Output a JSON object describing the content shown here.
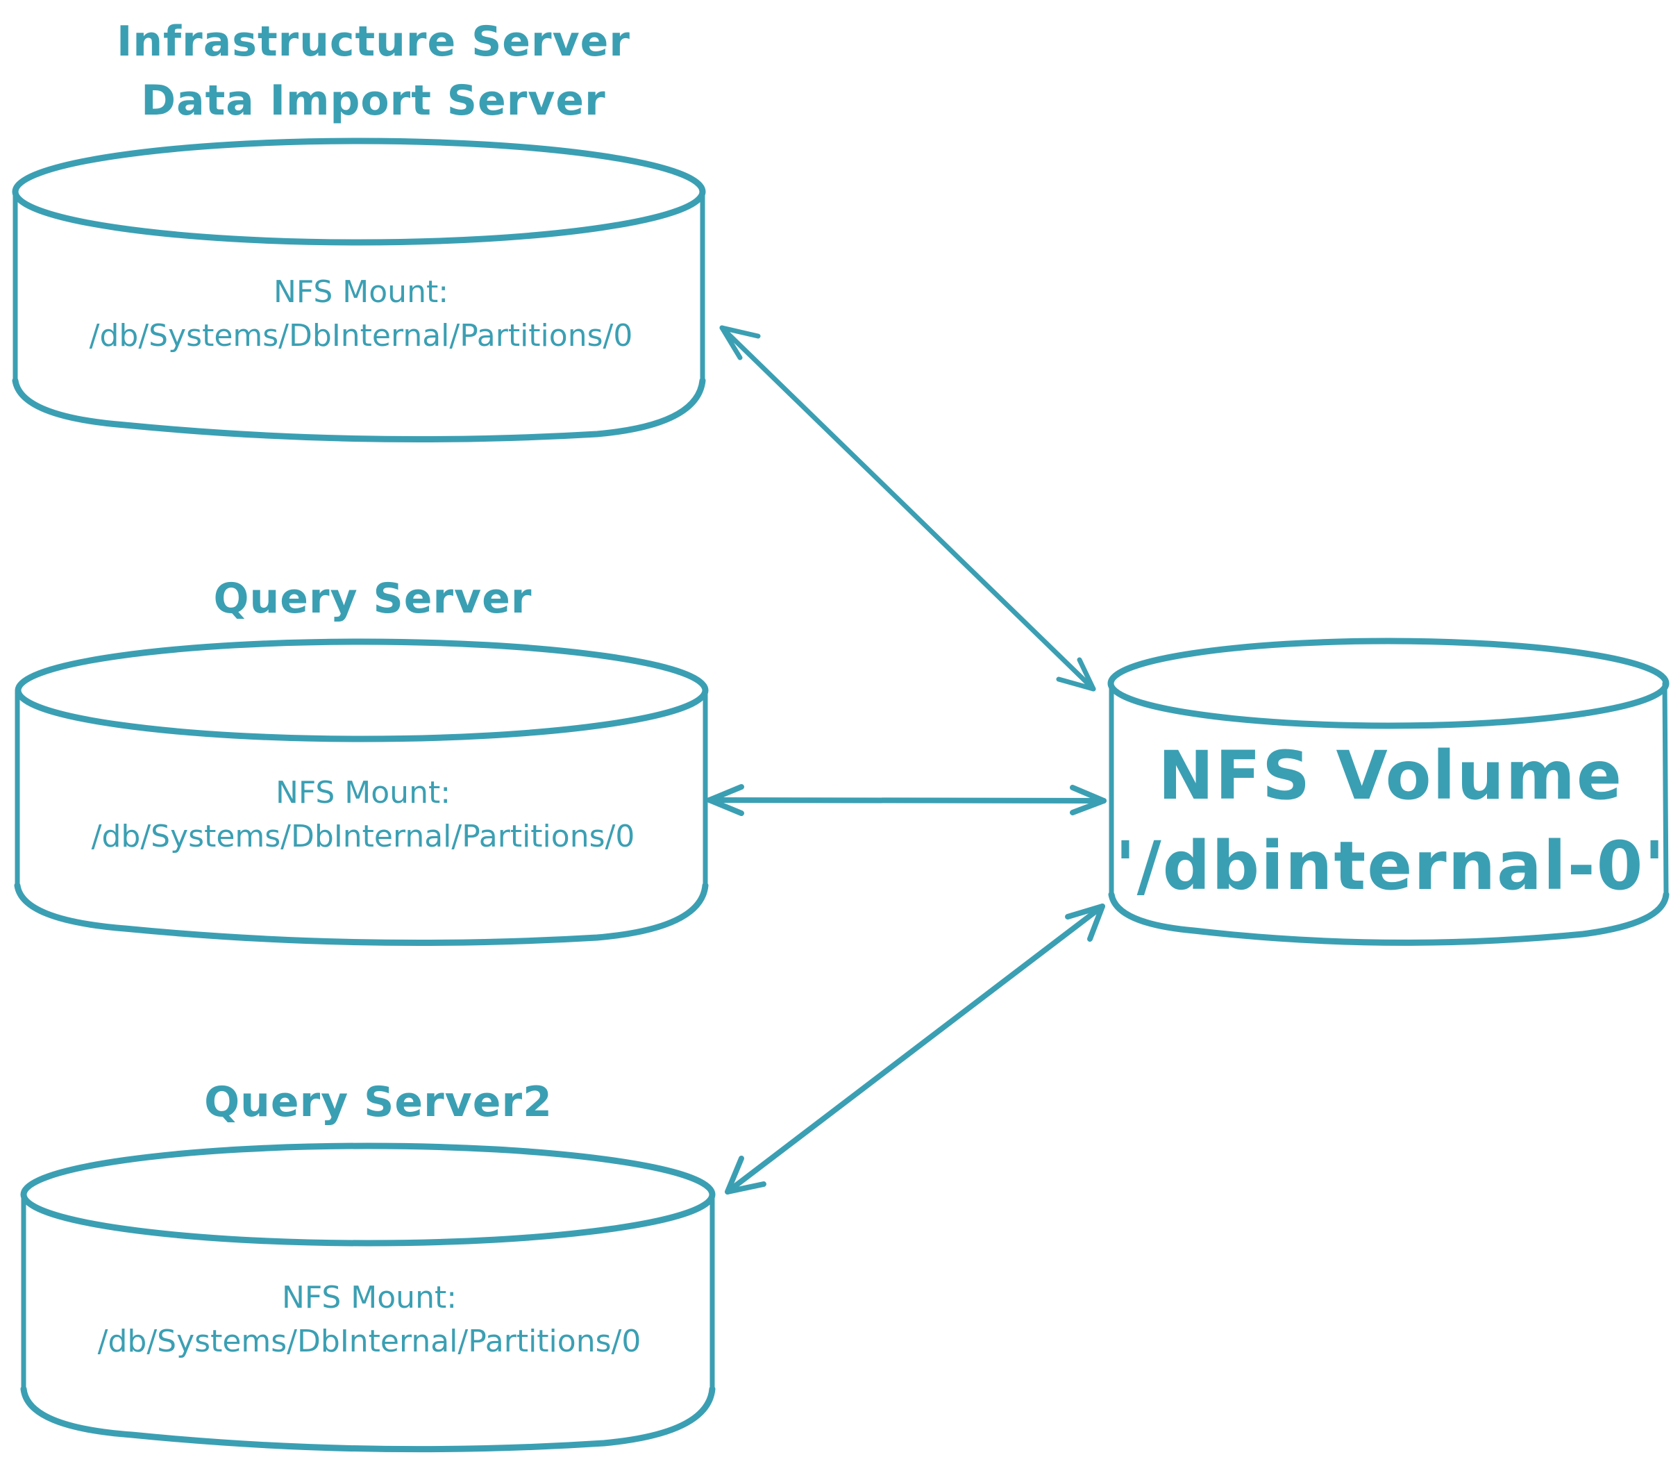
{
  "diagram": {
    "stroke_color": "#3b9fb3",
    "background": "#ffffff",
    "nodes": [
      {
        "id": "infra",
        "title_lines": [
          "Infrastructure Server",
          "Data Import Server"
        ],
        "body_lines": [
          "NFS Mount:",
          "/db/Systems/DbInternal/Partitions/0"
        ]
      },
      {
        "id": "query",
        "title_lines": [
          "Query Server"
        ],
        "body_lines": [
          "NFS Mount:",
          "/db/Systems/DbInternal/Partitions/0"
        ]
      },
      {
        "id": "query2",
        "title_lines": [
          "Query Server2"
        ],
        "body_lines": [
          "NFS Mount:",
          "/db/Systems/DbInternal/Partitions/0"
        ]
      },
      {
        "id": "nfs",
        "title_lines": [],
        "body_lines": [
          "NFS Volume",
          "'/dbinternal-0'"
        ]
      }
    ],
    "edges": [
      {
        "from": "infra",
        "to": "nfs",
        "bidirectional": true
      },
      {
        "from": "query",
        "to": "nfs",
        "bidirectional": true
      },
      {
        "from": "query2",
        "to": "nfs",
        "bidirectional": true
      }
    ]
  }
}
